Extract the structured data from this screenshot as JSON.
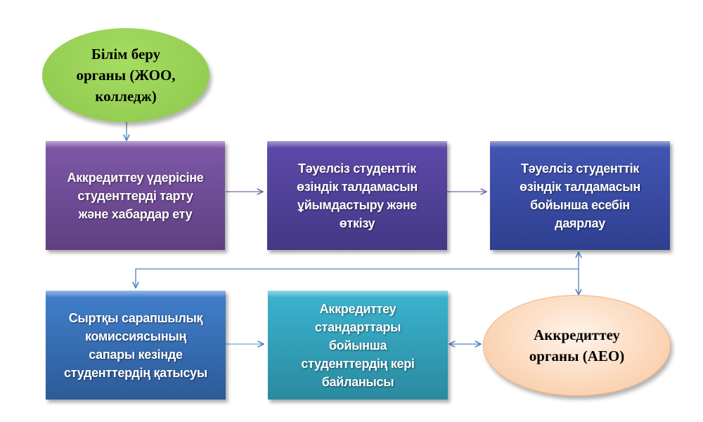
{
  "nodes": {
    "education_body": "Білім беру\nорганы (ЖОО,\nколледж)",
    "engage_students": "Аккредиттеу үдерісіне\nстуденттерді тарту\nжәне хабардар ету",
    "organize_analysis": "Тәуелсіз студенттік\nөзіндік талдамасын\nұйымдастыру және\nөткізу",
    "prepare_report": "Тәуелсіз студенттік\nөзіндік талдамасын\nбойынша есебін\nдаярлау",
    "expert_visit": "Сыртқы сарапшылық\nкомиссиясының\nсапары кезінде\nстуденттердің қатысуы",
    "feedback": "Аккредиттеу\nстандарттары\nбойынша\nстуденттердің кері\nбайланысы",
    "accreditation_body": "Аккредиттеу\nорганы (АЕО)"
  },
  "colors": {
    "green": "#92d050",
    "purple": "#7b55a0",
    "indigo": "#5a4aa6",
    "blue": "#3b4fad",
    "steel": "#3a6fb8",
    "teal": "#34a3c0",
    "peach": "#fbd5b5",
    "line": "#4f81bd"
  }
}
